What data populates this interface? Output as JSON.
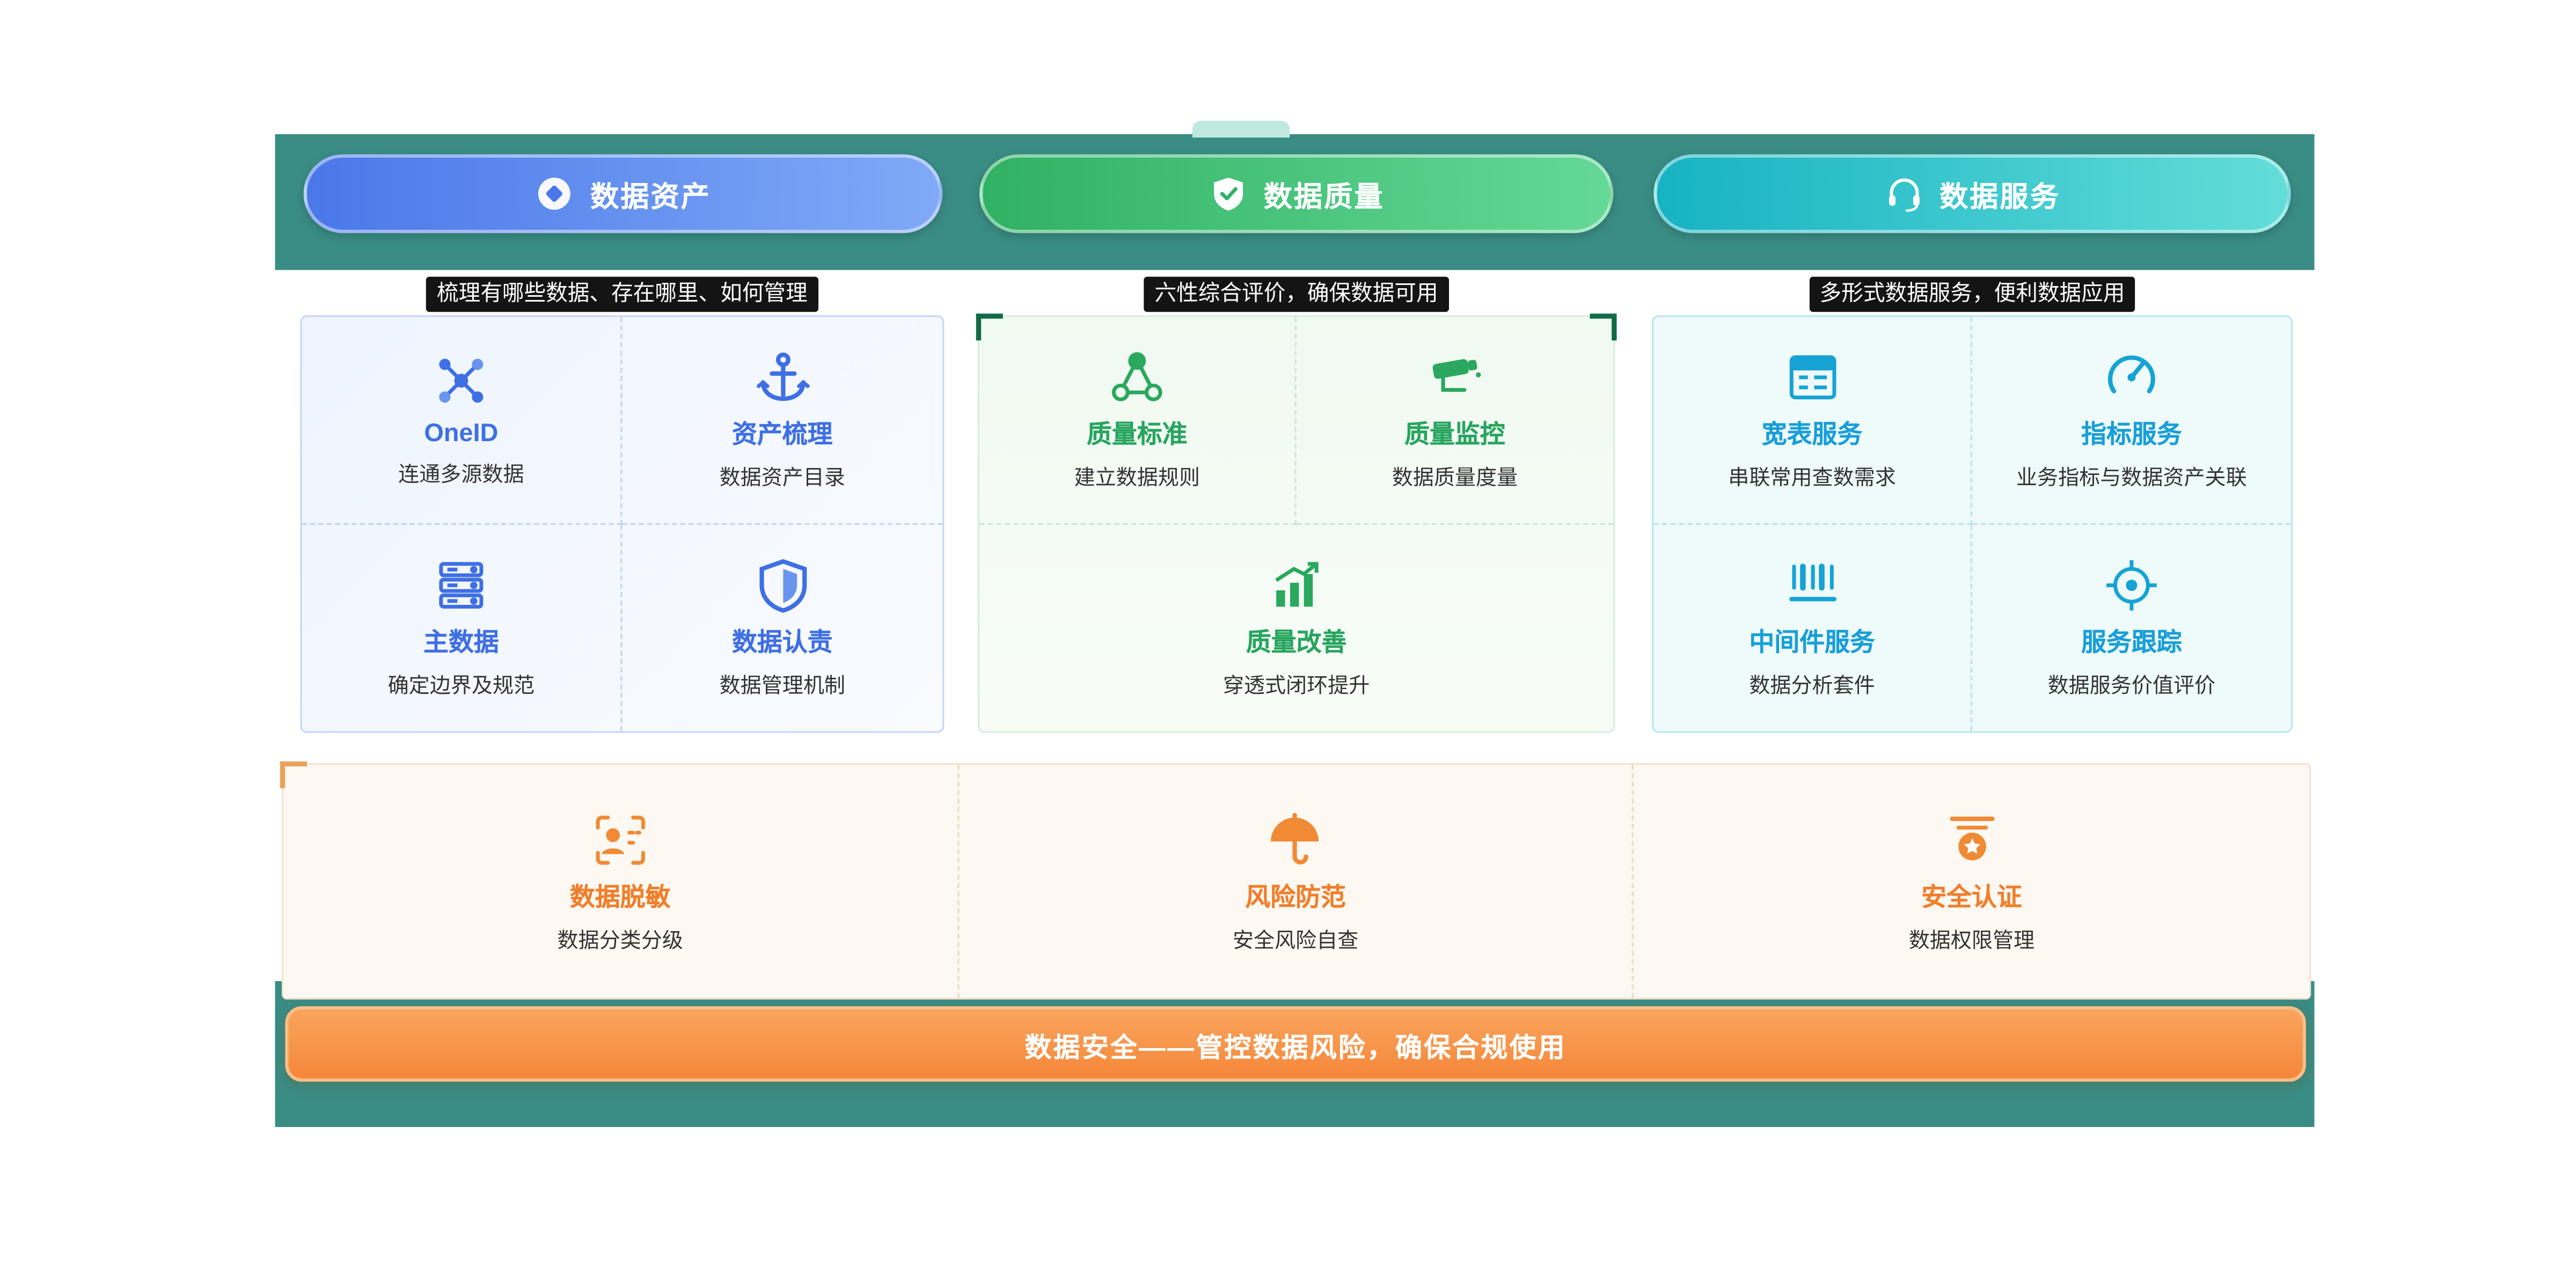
{
  "headers": [
    {
      "label": "数据资产",
      "icon": "diamond-icon",
      "color_from": "#4a78e9",
      "color_to": "#80aaf7"
    },
    {
      "label": "数据质量",
      "icon": "shield-check-icon",
      "color_from": "#30b164",
      "color_to": "#65d897"
    },
    {
      "label": "数据服务",
      "icon": "headset-icon",
      "color_from": "#17b3c3",
      "color_to": "#63ddd8"
    }
  ],
  "taglines": [
    "梳理有哪些数据、存在哪里、如何管理",
    "六性综合评价，确保数据可用",
    "多形式数据服务，便利数据应用"
  ],
  "panels": {
    "assets": {
      "accent": "#3e6fe4",
      "items": [
        {
          "title": "OneID",
          "subtitle": "连通多源数据",
          "icon": "network-nodes-icon"
        },
        {
          "title": "资产梳理",
          "subtitle": "数据资产目录",
          "icon": "anchor-icon"
        },
        {
          "title": "主数据",
          "subtitle": "确定边界及规范",
          "icon": "server-stack-icon"
        },
        {
          "title": "数据认责",
          "subtitle": "数据管理机制",
          "icon": "shield-icon"
        }
      ]
    },
    "quality": {
      "accent": "#27a55f",
      "items": [
        {
          "title": "质量标准",
          "subtitle": "建立数据规则",
          "icon": "linked-nodes-icon"
        },
        {
          "title": "质量监控",
          "subtitle": "数据质量度量",
          "icon": "cctv-camera-icon"
        },
        {
          "title": "质量改善",
          "subtitle": "穿透式闭环提升",
          "icon": "chart-growth-icon"
        }
      ]
    },
    "services": {
      "accent": "#189fd9",
      "items": [
        {
          "title": "宽表服务",
          "subtitle": "串联常用查数需求",
          "icon": "wide-table-icon"
        },
        {
          "title": "指标服务",
          "subtitle": "业务指标与数据资产关联",
          "icon": "gauge-icon"
        },
        {
          "title": "中间件服务",
          "subtitle": "数据分析套件",
          "icon": "barcode-icon"
        },
        {
          "title": "服务跟踪",
          "subtitle": "数据服务价值评价",
          "icon": "target-icon"
        }
      ]
    }
  },
  "security": {
    "accent": "#f17e2b",
    "items": [
      {
        "title": "数据脱敏",
        "subtitle": "数据分类分级",
        "icon": "face-scan-icon"
      },
      {
        "title": "风险防范",
        "subtitle": "安全风险自查",
        "icon": "umbrella-icon"
      },
      {
        "title": "安全认证",
        "subtitle": "数据权限管理",
        "icon": "badge-star-icon"
      }
    ],
    "banner": "数据安全——管控数据风险，确保合规使用"
  },
  "colors": {
    "band": "#3a8d85",
    "banner_from": "#f9a55d",
    "banner_to": "#f5873a"
  }
}
